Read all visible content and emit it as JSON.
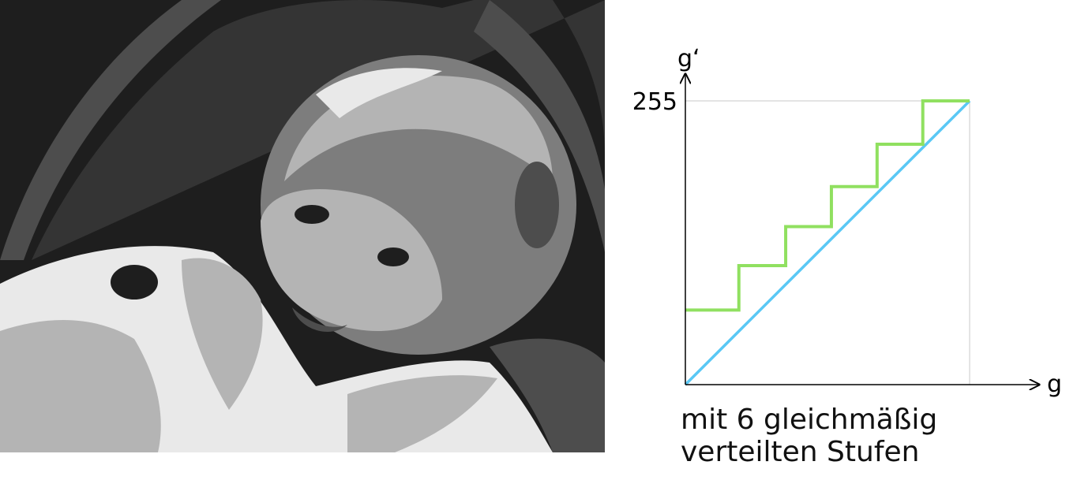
{
  "photo": {
    "icon": "posterized-baby-photo",
    "colors": {
      "black": "#1e1e1e",
      "dark": "#4d4d4d",
      "mid": "#7d7d7d",
      "light": "#b4b4b4",
      "white": "#e9e9e9"
    }
  },
  "chart_data": {
    "type": "line",
    "xlabel": "g",
    "ylabel": "g‘",
    "y_tick_label": "255",
    "xlim": [
      0,
      255
    ],
    "ylim": [
      0,
      255
    ],
    "grid": false,
    "series": [
      {
        "color": "#5ac8f5",
        "x": [
          0,
          255
        ],
        "y": [
          0,
          255
        ]
      },
      {
        "color": "#90e060",
        "x": [
          0,
          48,
          48,
          90,
          90,
          131,
          131,
          172,
          172,
          213,
          213,
          255
        ],
        "y": [
          67,
          67,
          107,
          107,
          142,
          142,
          178,
          178,
          216,
          216,
          255,
          255
        ]
      }
    ]
  },
  "caption": {
    "line1": "mit 6 gleichmäßig",
    "line2": "verteilten Stufen"
  }
}
